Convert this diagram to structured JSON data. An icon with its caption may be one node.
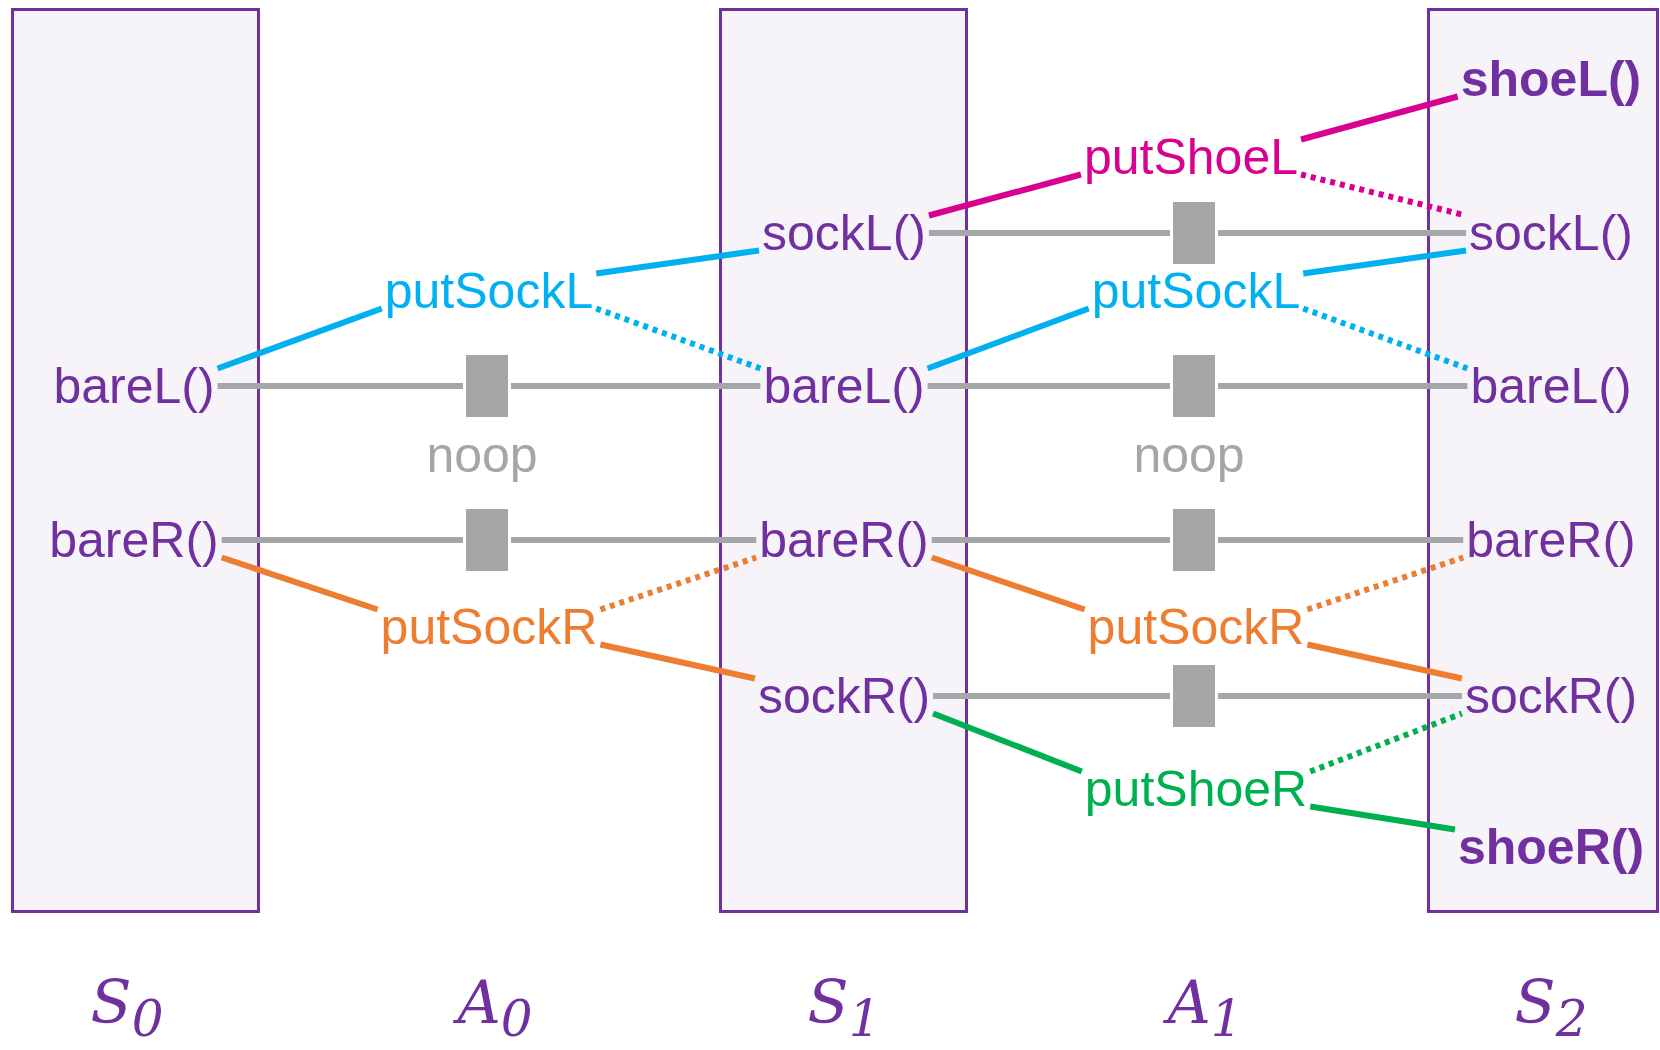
{
  "diagram": {
    "nodes": [
      {
        "text": [
          "S$_{0}$"
        ]
      },
      {
        "text": [
          "bareL()"
        ],
        "in": 0
      },
      {
        "text": [
          "bareR()"
        ],
        "in": 0
      },
      {
        "text": [
          "S$_{1}$"
        ]
      },
      {
        "text": [
          "sockL()"
        ],
        "in": 3
      },
      {
        "text": [
          "bareL()"
        ],
        "in": 3
      },
      {
        "text": [
          "bareR()"
        ],
        "in": 3
      },
      {
        "text": [
          "sockR()"
        ],
        "in": 3
      },
      {
        "text": [
          "S$_{2}$"
        ]
      },
      {
        "text": [
          "shoeL()"
        ],
        "in": 8
      },
      {
        "text": [
          "sockL()"
        ],
        "in": 8
      },
      {
        "text": [
          "bareL()"
        ],
        "in": 8
      },
      {
        "text": [
          "bareR()"
        ],
        "in": 8
      },
      {
        "text": [
          "sockR()"
        ],
        "in": 8
      },
      {
        "text": [
          "shoeR()"
        ],
        "in": 8
      },
      {
        "text": [
          "putSockL"
        ]
      },
      {
        "text": [],
        "shape": "box"
      },
      {
        "text": [],
        "shape": "box"
      },
      {
        "text": [
          "putSockR"
        ]
      },
      {
        "text": [
          "putShoeL"
        ]
      },
      {
        "text": [],
        "shape": "box"
      },
      {
        "text": [
          "putSockL"
        ]
      },
      {
        "text": [],
        "shape": "box"
      },
      {
        "text": [],
        "shape": "box"
      },
      {
        "text": [
          "putSockR"
        ]
      },
      {
        "text": [],
        "shape": "box"
      },
      {
        "text": [
          "putShoeR"
        ]
      }
    ],
    "edges": [
      {
        "from": 1,
        "to": 15,
        "arrow": "none",
        "color": "#00b0f0"
      },
      {
        "from": 15,
        "to": 4,
        "arrow": "none",
        "color": "#00b0f0"
      },
      {
        "from": 15,
        "to": 5,
        "arrow": "none",
        "style": "dashed",
        "color": "#00b0f0"
      },
      {
        "from": 1,
        "to": 16,
        "arrow": "none"
      },
      {
        "from": 16,
        "to": 5,
        "arrow": "none"
      },
      {
        "from": 2,
        "to": 17,
        "arrow": "none"
      },
      {
        "from": 17,
        "to": 6,
        "arrow": "none"
      },
      {
        "from": 2,
        "to": 18,
        "arrow": "none",
        "color": "#ed7d31"
      },
      {
        "from": 18,
        "to": 6,
        "arrow": "none",
        "style": "dashed",
        "color": "#ed7d31"
      },
      {
        "from": 18,
        "to": 7,
        "arrow": "none",
        "color": "#ed7d31"
      },
      {
        "from": 4,
        "to": 19,
        "arrow": "none",
        "color": "#d9008f"
      },
      {
        "from": 19,
        "to": 9,
        "arrow": "none",
        "color": "#d9008f"
      },
      {
        "from": 19,
        "to": 10,
        "arrow": "none",
        "style": "dashed",
        "color": "#d9008f"
      },
      {
        "from": 4,
        "to": 20,
        "arrow": "none"
      },
      {
        "from": 20,
        "to": 10,
        "arrow": "none"
      },
      {
        "from": 5,
        "to": 21,
        "arrow": "none",
        "color": "#00b0f0"
      },
      {
        "from": 21,
        "to": 10,
        "arrow": "none",
        "color": "#00b0f0"
      },
      {
        "from": 21,
        "to": 11,
        "arrow": "none",
        "style": "dashed",
        "color": "#00b0f0"
      },
      {
        "from": 5,
        "to": 22,
        "arrow": "none"
      },
      {
        "from": 22,
        "to": 11,
        "arrow": "none"
      },
      {
        "from": 6,
        "to": 23,
        "arrow": "none"
      },
      {
        "from": 23,
        "to": 12,
        "arrow": "none"
      },
      {
        "from": 6,
        "to": 24,
        "arrow": "none",
        "color": "#ed7d31"
      },
      {
        "from": 24,
        "to": 12,
        "arrow": "none",
        "style": "dashed",
        "color": "#ed7d31"
      },
      {
        "from": 24,
        "to": 13,
        "arrow": "none",
        "color": "#ed7d31"
      },
      {
        "from": 7,
        "to": 25,
        "arrow": "none"
      },
      {
        "from": 25,
        "to": 13,
        "arrow": "none"
      },
      {
        "from": 7,
        "to": 26,
        "arrow": "none",
        "color": "#00b050"
      },
      {
        "from": 26,
        "to": 13,
        "arrow": "none",
        "style": "dashed",
        "color": "#00b050"
      },
      {
        "from": 26,
        "to": 14,
        "arrow": "none",
        "color": "#00b050"
      }
    ],
    "labels": [
      "noop",
      "noop",
      "A$_{0}$",
      "A$_{1}$"
    ]
  }
}
